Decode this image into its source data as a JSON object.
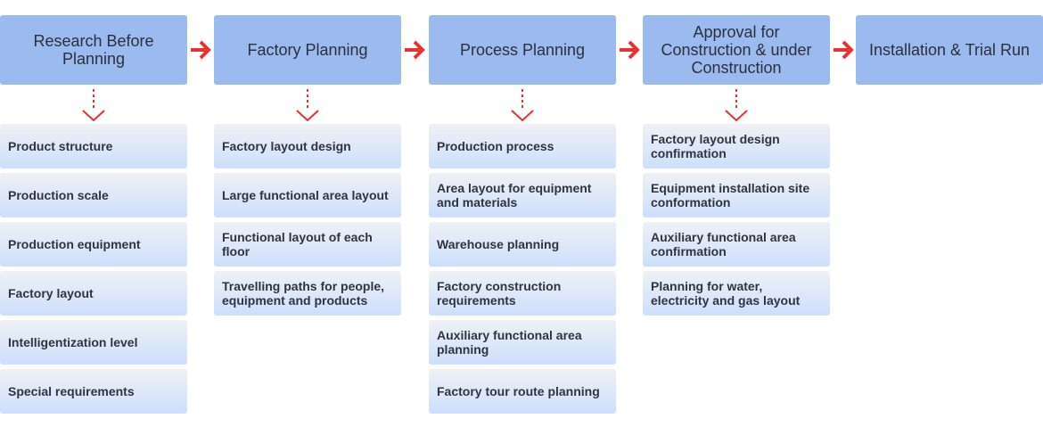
{
  "colors": {
    "header": "#9bbaf0",
    "arrow": "#e8322b"
  },
  "stages": [
    {
      "title": "Research Before Planning",
      "items": [
        "Product structure",
        "Production scale",
        "Production equipment",
        "Factory layout",
        "Intelligentization level",
        "Special requirements"
      ]
    },
    {
      "title": "Factory Planning",
      "items": [
        "Factory layout design",
        "Large functional area layout",
        "Functional layout of each floor",
        "Travelling paths for people, equipment and products"
      ]
    },
    {
      "title": "Process Planning",
      "items": [
        "Production process",
        "Area layout for equipment and materials",
        "Warehouse planning",
        "Factory construction requirements",
        "Auxiliary functional area planning",
        "Factory tour route planning"
      ]
    },
    {
      "title": "Approval for Construction & under Construction",
      "items": [
        "Factory layout design confirmation",
        "Equipment installation site conformation",
        "Auxiliary functional area confirmation",
        "Planning for water, electricity and gas layout"
      ]
    },
    {
      "title": "Installation & Trial Run",
      "items": []
    }
  ]
}
